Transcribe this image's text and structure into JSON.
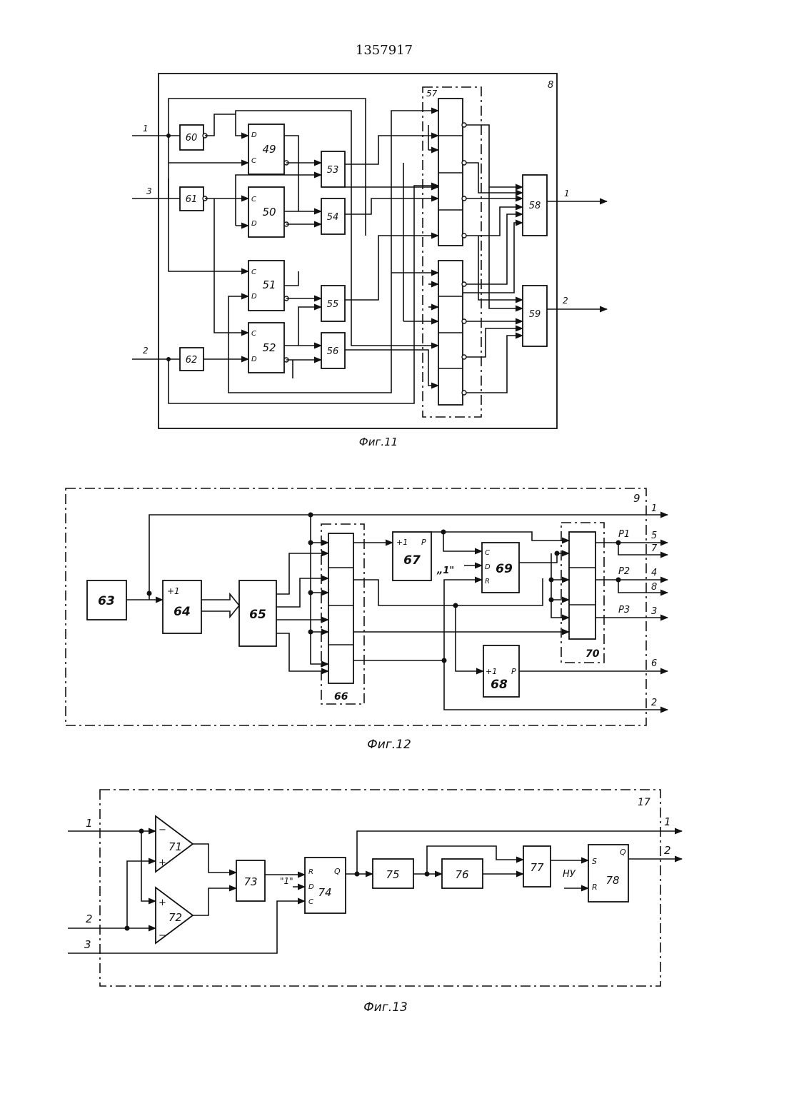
{
  "patent_number": "1357917",
  "fig11": {
    "caption": "Фиг.11",
    "frame_label": "8",
    "inputs": [
      "1",
      "3",
      "2"
    ],
    "outputs": [
      "1",
      "2"
    ],
    "block_labels": [
      "60",
      "61",
      "62",
      "49",
      "50",
      "51",
      "52",
      "53",
      "54",
      "55",
      "56",
      "57",
      "58",
      "59"
    ],
    "pin_labels": {
      "d": "D",
      "c": "C"
    }
  },
  "fig12": {
    "caption": "Фиг.12",
    "frame_label": "9",
    "block_labels": {
      "b63": "63",
      "b64": "64",
      "b65": "65",
      "b66": "66",
      "b67": "67",
      "b68": "68",
      "b69": "69",
      "b70": "70"
    },
    "counter_inc": "+1",
    "carry": "P",
    "const_one": "„1\"",
    "pins_69": [
      "C",
      "D",
      "R"
    ],
    "outputs": [
      "1",
      "5",
      "7",
      "4",
      "8",
      "3",
      "6",
      "2"
    ],
    "p_labels": [
      "P1",
      "P2",
      "P3"
    ]
  },
  "fig13": {
    "caption": "Фиг.13",
    "frame_label": "17",
    "inputs": [
      "1",
      "2",
      "3"
    ],
    "outputs": [
      "1",
      "2"
    ],
    "block_labels": {
      "b71": "71",
      "b72": "72",
      "b73": "73",
      "b74": "74",
      "b75": "75",
      "b76": "76",
      "b77": "77",
      "b78": "78"
    },
    "pins_74": [
      "R",
      "D",
      "C",
      "Q"
    ],
    "pins_78": [
      "S",
      "R",
      "Q"
    ],
    "const_one": "\"1\"",
    "ny_label": "НУ",
    "minus": "−",
    "plus": "+"
  }
}
